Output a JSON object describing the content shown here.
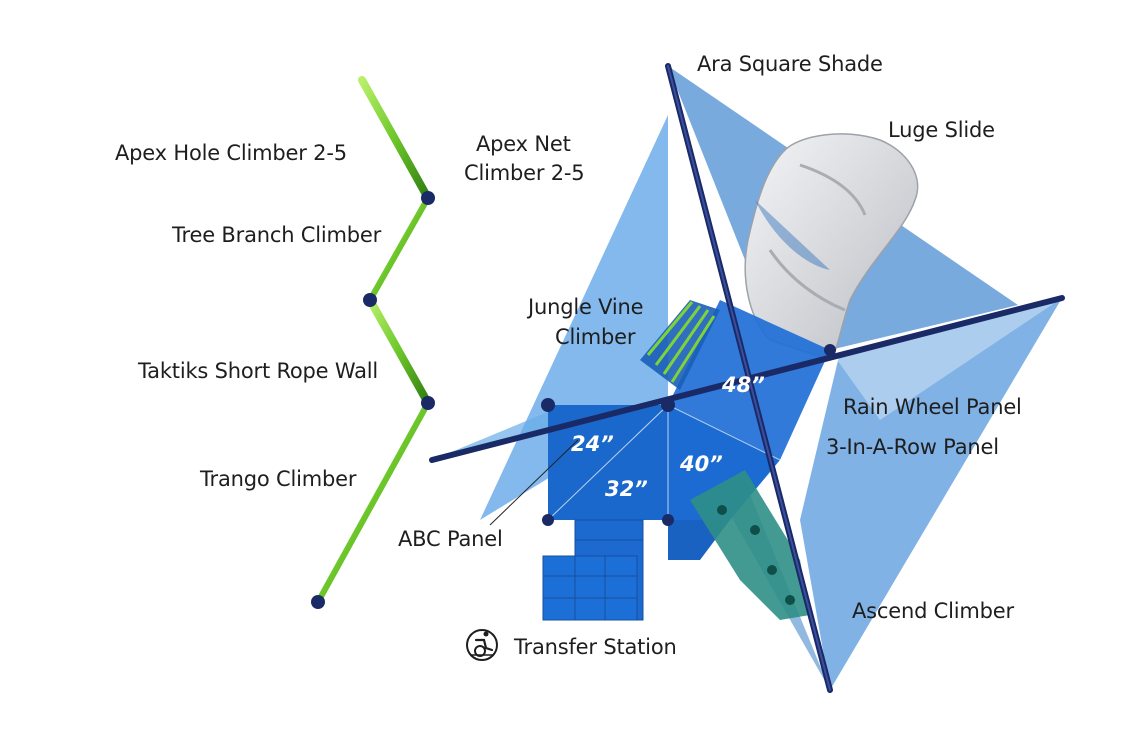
{
  "labels": {
    "ara_square_shade": "Ara Square Shade",
    "luge_slide": "Luge Slide",
    "apex_hole_climber": "Apex Hole Climber 2-5",
    "apex_net_climber_line1": "Apex Net",
    "apex_net_climber_line2": "Climber 2-5",
    "tree_branch_climber": "Tree Branch Climber",
    "jungle_vine_climber_line1": "Jungle Vine",
    "jungle_vine_climber_line2": "Climber",
    "taktiks_short_rope_wall": "Taktiks Short Rope Wall",
    "rain_wheel_panel": "Rain Wheel Panel",
    "three_in_a_row_panel": "3-In-A-Row Panel",
    "trango_climber": "Trango Climber",
    "abc_panel": "ABC Panel",
    "ascend_climber": "Ascend Climber",
    "transfer_station": "Transfer Station"
  },
  "dimensions": {
    "d48": "48”",
    "d24": "24”",
    "d32": "32”",
    "d40": "40”"
  },
  "icons": {
    "accessibility": "wheelchair-transfer-icon"
  },
  "colors": {
    "shade_light": "#4a90d9",
    "shade_dark": "#1b5fa8",
    "deck_blue": "#1f6fd6",
    "pole_navy": "#1a2a66",
    "climber_green": "#7ed23a",
    "slide_gray": "#d6d8dc",
    "climber_teal": "#2f8f86"
  }
}
